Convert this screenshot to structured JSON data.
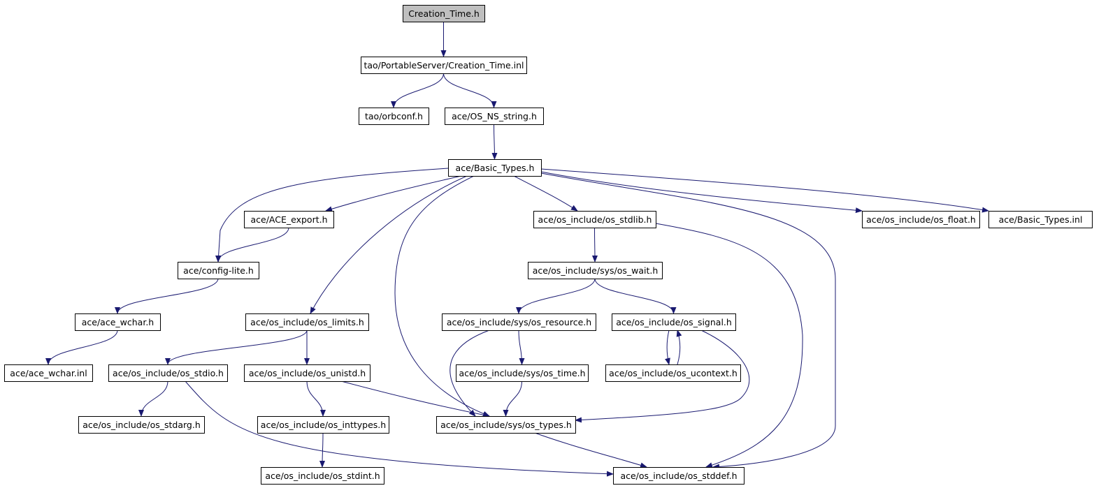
{
  "title": "Creation_Time.h",
  "colors": {
    "edge": "#191970",
    "root_fill": "#bfbfbf",
    "node_fill": "#ffffff",
    "border": "#000000"
  },
  "nodes": [
    {
      "id": "creation_time_h",
      "label": "Creation_Time.h",
      "root": true
    },
    {
      "id": "creation_time_inl",
      "label": "tao/PortableServer/Creation_Time.inl"
    },
    {
      "id": "orbconf",
      "label": "tao/orbconf.h"
    },
    {
      "id": "os_ns_string",
      "label": "ace/OS_NS_string.h"
    },
    {
      "id": "basic_types",
      "label": "ace/Basic_Types.h"
    },
    {
      "id": "ace_export",
      "label": "ace/ACE_export.h"
    },
    {
      "id": "os_stdlib",
      "label": "ace/os_include/os_stdlib.h"
    },
    {
      "id": "os_float",
      "label": "ace/os_include/os_float.h"
    },
    {
      "id": "basic_types_inl",
      "label": "ace/Basic_Types.inl"
    },
    {
      "id": "config_lite",
      "label": "ace/config-lite.h"
    },
    {
      "id": "os_wait",
      "label": "ace/os_include/sys/os_wait.h"
    },
    {
      "id": "ace_wchar",
      "label": "ace/ace_wchar.h"
    },
    {
      "id": "os_limits",
      "label": "ace/os_include/os_limits.h"
    },
    {
      "id": "os_resource",
      "label": "ace/os_include/sys/os_resource.h"
    },
    {
      "id": "os_signal",
      "label": "ace/os_include/os_signal.h"
    },
    {
      "id": "ace_wchar_inl",
      "label": "ace/ace_wchar.inl"
    },
    {
      "id": "os_stdio",
      "label": "ace/os_include/os_stdio.h"
    },
    {
      "id": "os_unistd",
      "label": "ace/os_include/os_unistd.h"
    },
    {
      "id": "os_time",
      "label": "ace/os_include/sys/os_time.h"
    },
    {
      "id": "os_ucontext",
      "label": "ace/os_include/os_ucontext.h"
    },
    {
      "id": "os_stdarg",
      "label": "ace/os_include/os_stdarg.h"
    },
    {
      "id": "os_inttypes",
      "label": "ace/os_include/os_inttypes.h"
    },
    {
      "id": "os_types",
      "label": "ace/os_include/sys/os_types.h"
    },
    {
      "id": "os_stdint",
      "label": "ace/os_include/os_stdint.h"
    },
    {
      "id": "os_stddef",
      "label": "ace/os_include/os_stddef.h"
    }
  ],
  "edges": [
    {
      "from": "creation_time_h",
      "to": "creation_time_inl"
    },
    {
      "from": "creation_time_inl",
      "to": "orbconf"
    },
    {
      "from": "creation_time_inl",
      "to": "os_ns_string"
    },
    {
      "from": "os_ns_string",
      "to": "basic_types"
    },
    {
      "from": "basic_types",
      "to": "config_lite"
    },
    {
      "from": "basic_types",
      "to": "ace_export"
    },
    {
      "from": "basic_types",
      "to": "os_limits"
    },
    {
      "from": "basic_types",
      "to": "os_types"
    },
    {
      "from": "basic_types",
      "to": "os_stdlib"
    },
    {
      "from": "basic_types",
      "to": "os_stddef"
    },
    {
      "from": "basic_types",
      "to": "os_float"
    },
    {
      "from": "basic_types",
      "to": "basic_types_inl"
    },
    {
      "from": "ace_export",
      "to": "config_lite"
    },
    {
      "from": "config_lite",
      "to": "ace_wchar"
    },
    {
      "from": "ace_wchar",
      "to": "ace_wchar_inl"
    },
    {
      "from": "os_limits",
      "to": "os_stdio"
    },
    {
      "from": "os_limits",
      "to": "os_unistd"
    },
    {
      "from": "os_stdio",
      "to": "os_stdarg"
    },
    {
      "from": "os_stdio",
      "to": "os_stddef"
    },
    {
      "from": "os_unistd",
      "to": "os_inttypes"
    },
    {
      "from": "os_unistd",
      "to": "os_types"
    },
    {
      "from": "os_inttypes",
      "to": "os_stdint"
    },
    {
      "from": "os_stdlib",
      "to": "os_wait"
    },
    {
      "from": "os_stdlib",
      "to": "os_stddef"
    },
    {
      "from": "os_wait",
      "to": "os_resource"
    },
    {
      "from": "os_wait",
      "to": "os_signal"
    },
    {
      "from": "os_resource",
      "to": "os_time"
    },
    {
      "from": "os_resource",
      "to": "os_types"
    },
    {
      "from": "os_time",
      "to": "os_types"
    },
    {
      "from": "os_signal",
      "to": "os_ucontext"
    },
    {
      "from": "os_signal",
      "to": "os_types"
    },
    {
      "from": "os_ucontext",
      "to": "os_signal"
    },
    {
      "from": "os_types",
      "to": "os_stddef"
    }
  ]
}
